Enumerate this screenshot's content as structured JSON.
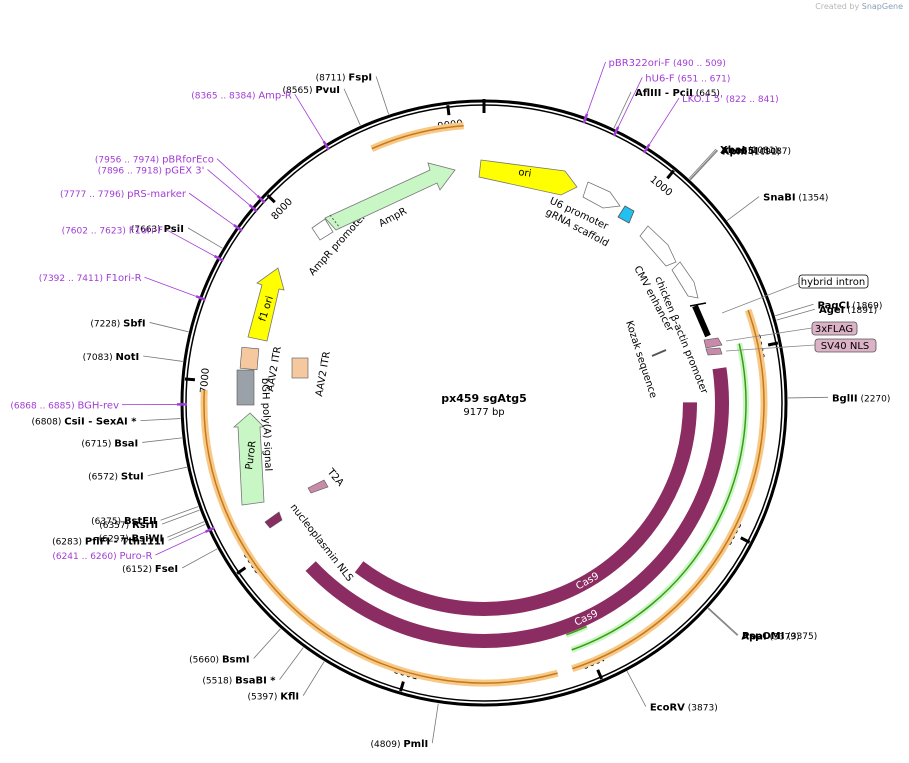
{
  "credit": {
    "prefix": "Created by",
    "brand": "SnapGene"
  },
  "plasmid": {
    "name": "px459 sgAtg5",
    "length_label": "9177 bp",
    "length": 9177
  },
  "ticks": [
    {
      "bp": 1000,
      "label": "1000"
    },
    {
      "bp": 2000,
      "label": "2000"
    },
    {
      "bp": 3000,
      "label": "3000"
    },
    {
      "bp": 4000,
      "label": "4000"
    },
    {
      "bp": 5000,
      "label": "5000"
    },
    {
      "bp": 6000,
      "label": "6000"
    },
    {
      "bp": 7000,
      "label": "7000"
    },
    {
      "bp": 8000,
      "label": "8000"
    },
    {
      "bp": 9000,
      "label": "9000"
    }
  ],
  "sites": [
    {
      "name": "FspI",
      "pos": "(8711)",
      "bp": 8711
    },
    {
      "name": "PvuI",
      "pos": "(8565)",
      "bp": 8565
    },
    {
      "name": "AflIII",
      "name2": "PciI",
      "pos": "(645)",
      "bp": 645
    },
    {
      "name": "XbaI",
      "pos": "(1081)",
      "bp": 1081
    },
    {
      "name": "Acc65I",
      "pos": "(1087)",
      "bp": 1087
    },
    {
      "name": "KpnI",
      "pos": "(1091)",
      "bp": 1091
    },
    {
      "name": "SnaBI",
      "pos": "(1354)",
      "bp": 1354
    },
    {
      "name": "PaqCI",
      "pos": "(1869)",
      "bp": 1869
    },
    {
      "name": "AgeI",
      "pos": "(1891)",
      "bp": 1891
    },
    {
      "name": "BglII",
      "pos": "(2270)",
      "bp": 2270
    },
    {
      "name": "PspOMI",
      "pos": "(3375)",
      "bp": 3375
    },
    {
      "name": "ApaI",
      "pos": "(3379)",
      "bp": 3379
    },
    {
      "name": "EcoRV",
      "pos": "(3873)",
      "bp": 3873
    },
    {
      "name": "PmlI",
      "pos": "(4809)",
      "bp": 4809
    },
    {
      "name": "KflI",
      "pos": "(5397)",
      "bp": 5397
    },
    {
      "name": "BsaBI *",
      "pos": "(5518)",
      "bp": 5518
    },
    {
      "name": "BsmI",
      "pos": "(5660)",
      "bp": 5660
    },
    {
      "name": "FseI",
      "pos": "(6152)",
      "bp": 6152
    },
    {
      "name": "PflFI",
      "name2": "Tth111I",
      "pos": "(6283)",
      "bp": 6283
    },
    {
      "name": "BsiWI",
      "pos": "(6297)",
      "bp": 6297
    },
    {
      "name": "RsrII",
      "pos": "(6357)",
      "bp": 6357
    },
    {
      "name": "BstEII",
      "pos": "(6375)",
      "bp": 6375
    },
    {
      "name": "StuI",
      "pos": "(6572)",
      "bp": 6572
    },
    {
      "name": "BsaI",
      "pos": "(6715)",
      "bp": 6715
    },
    {
      "name": "CsiI",
      "name2": "SexAI *",
      "pos": "(6808)",
      "bp": 6808
    },
    {
      "name": "NotI",
      "pos": "(7083)",
      "bp": 7083
    },
    {
      "name": "SbfI",
      "pos": "(7228)",
      "bp": 7228
    },
    {
      "name": "PsiI",
      "pos": "(7663)",
      "bp": 7663
    }
  ],
  "primers": [
    {
      "name": "pBR322ori-F",
      "range": "(490 .. 509)",
      "bp": 500
    },
    {
      "name": "hU6-F",
      "range": "(651 .. 671)",
      "bp": 661
    },
    {
      "name": "LKO.1 5'",
      "range": "(822 .. 841)",
      "bp": 831
    },
    {
      "name": "Amp-R",
      "range": "(8365 .. 8384)",
      "bp": 8374
    },
    {
      "name": "pBRforEco",
      "range": "(7956 .. 7974)",
      "bp": 7965
    },
    {
      "name": "pGEX 3'",
      "range": "(7896 .. 7918)",
      "bp": 7907
    },
    {
      "name": "pRS-marker",
      "range": "(7777 .. 7796)",
      "bp": 7786
    },
    {
      "name": "F1ori-F",
      "range": "(7602 .. 7623)",
      "bp": 7612
    },
    {
      "name": "F1ori-R",
      "range": "(7392 .. 7411)",
      "bp": 7401
    },
    {
      "name": "BGH-rev",
      "range": "(6868 .. 6885)",
      "bp": 6876
    },
    {
      "name": "Puro-R",
      "range": "(6241 .. 6260)",
      "bp": 6250
    }
  ],
  "boxed_labels": [
    {
      "name": "hybrid intron",
      "fill": "#ffffff"
    },
    {
      "name": "3xFLAG",
      "fill": "#dcb2c6"
    },
    {
      "name": "SV40 NLS",
      "fill": "#dcb2c6"
    }
  ],
  "features": [
    {
      "name": "ori",
      "color": "#ffff00"
    },
    {
      "name": "U6 promoter",
      "color": "#ffffff"
    },
    {
      "name": "gRNA scaffold",
      "color": "#22c0f0"
    },
    {
      "name": "CMV enhancer",
      "color": "#ffffff"
    },
    {
      "name": "chicken β-actin promoter",
      "color": "#ffffff"
    },
    {
      "name": "Kozak sequence",
      "color": "#ffffff"
    },
    {
      "name": "Cas9",
      "color": "#8b2c62"
    },
    {
      "name": "nucleoplasmin NLS",
      "color": "#8b2c62"
    },
    {
      "name": "T2A",
      "color": "#c78aa8"
    },
    {
      "name": "PuroR",
      "color": "#c8f7c5"
    },
    {
      "name": "bGH poly(A) signal",
      "color": "#9aa1a8"
    },
    {
      "name": "AAV2 ITR",
      "color": "#f5c8a0"
    },
    {
      "name": "f1 ori",
      "color": "#ffff00"
    },
    {
      "name": "AmpR promoter",
      "color": "#ffffff"
    },
    {
      "name": "AmpR",
      "color": "#c8f7c5"
    }
  ],
  "colors": {
    "backbone": "#000000",
    "primer": "#a23cd6",
    "orf_band": "#f7c987",
    "orf_line": "#c8781a",
    "green_line": "#3c9a12"
  }
}
